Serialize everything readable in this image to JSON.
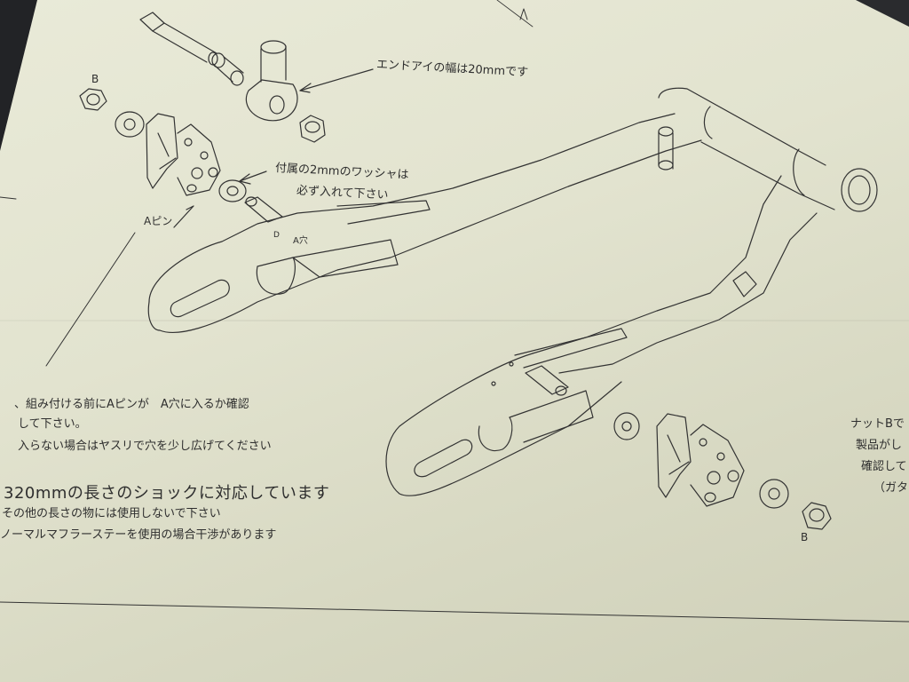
{
  "notes": {
    "end_eye_width": "エンドアイの幅は20mmです",
    "washer_line1": "付属の2mmのワッシャは",
    "washer_line2": "必ず入れて下さい"
  },
  "labels": {
    "nut_b_top": "B",
    "nut_b_bottom": "B",
    "a_pin": "Aピン",
    "a_hole": "A穴",
    "d_mark": "D"
  },
  "instructions": {
    "item1_line1": "、組み付ける前にAピンが　A穴に入るか確認",
    "item1_line2": "して下さい。",
    "item1_line3": "入らない場合はヤスリで穴を少し広げてください",
    "item2_line1": "320mmの長さのショックに対応しています",
    "item2_line2": "その他の長さの物には使用しないで下さい",
    "item3": "ノーマルマフラーステーを使用の場合干渉があります"
  },
  "side_note": {
    "line1": "ナットBで",
    "line2": "製品がし",
    "line3": "確認して",
    "line4": "（ガタガ"
  },
  "colors": {
    "paper": "#e5e6d2",
    "ink": "#2e2e2e",
    "background": "#1a1a1e"
  }
}
